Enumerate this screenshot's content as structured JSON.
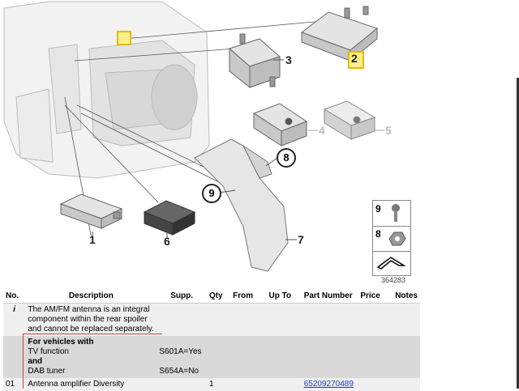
{
  "diagram": {
    "callouts": [
      "1",
      "2",
      "3",
      "4",
      "5",
      "6",
      "7",
      "8",
      "9"
    ],
    "ref_number": "364283",
    "legend": [
      {
        "num": "9"
      },
      {
        "num": "8"
      },
      {
        "num": ""
      }
    ],
    "highlight_color": "#ffef8a"
  },
  "table": {
    "headers": [
      "No.",
      "Description",
      "Supp.",
      "Qty",
      "From",
      "Up To",
      "Part Number",
      "Price",
      "Notes"
    ],
    "rows": [
      {
        "no": "i",
        "desc_lines": [
          "The AM/FM antenna is an integral",
          "component within the rear spoiler",
          "and cannot be replaced separately."
        ],
        "supp": "",
        "qty": "",
        "from": "",
        "upto": "",
        "part": "",
        "price": "",
        "notes": ""
      },
      {
        "no": "",
        "desc_bold1": "For vehicles with",
        "desc1": "TV function",
        "desc_bold2": "and",
        "desc2": "DAB tuner",
        "supp1": "S601A=Yes",
        "supp2": "S654A=No",
        "qty": "",
        "from": "",
        "upto": "",
        "part": "",
        "price": "",
        "notes": ""
      },
      {
        "no": "01",
        "desc": "Antenna amplifier Diversity",
        "supp": "",
        "qty": "1",
        "from": "",
        "upto": "",
        "part": "65209270489",
        "price": "",
        "notes": ""
      }
    ]
  }
}
